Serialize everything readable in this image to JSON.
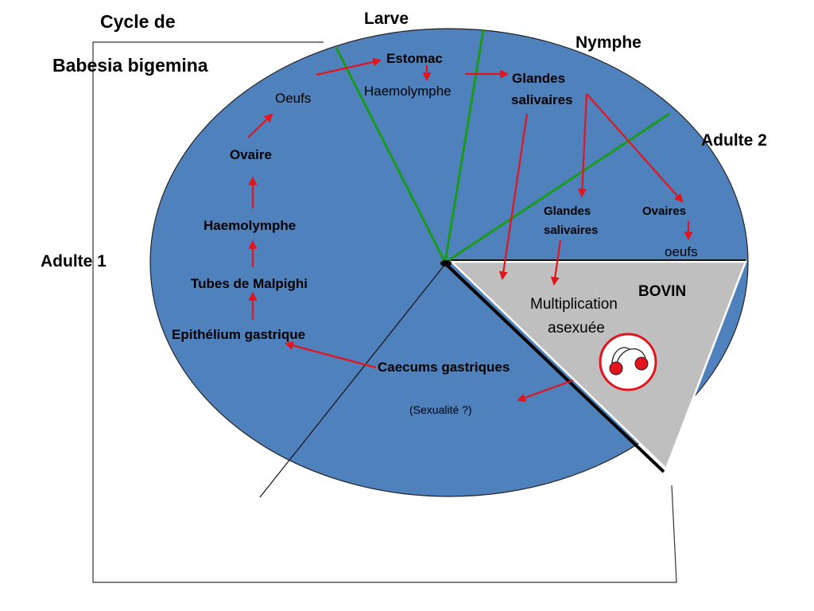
{
  "title": {
    "line1": "Cycle de",
    "line2": "Babesia bigemina"
  },
  "stages": {
    "larve": "Larve",
    "nymphe": "Nymphe",
    "adulte1": "Adulte 1",
    "adulte2": "Adulte 2",
    "host": "BOVIN"
  },
  "labels": {
    "estomac": "Estomac",
    "haemolymphe_larve": "Haemolymphe",
    "glandes_nymphe_1": "Glandes",
    "glandes_nymphe_2": "salivaires",
    "oeufs_larve": "Oeufs",
    "ovaire": "Ovaire",
    "haemolymphe_adulte": "Haemolymphe",
    "tubes": "Tubes de Malpighi",
    "epithelium": "Epithélium gastrique",
    "caecums": "Caecums gastriques",
    "sexualite": "(Sexualité ?)",
    "glandes_adulte_1": "Glandes",
    "glandes_adulte_2": "salivaires",
    "ovaires": "Ovaires",
    "oeufs_adulte": "oeufs",
    "multiplication_1": "Multiplication",
    "multiplication_2": "asexuée"
  },
  "colors": {
    "disc": "#4f81bd",
    "host_wedge": "#bfbfbf",
    "arrow": "#e3141e",
    "divider": "#1a9a1a",
    "parasite_ring": "#e3141e"
  },
  "icons": [
    "parasite-cell-icon"
  ]
}
